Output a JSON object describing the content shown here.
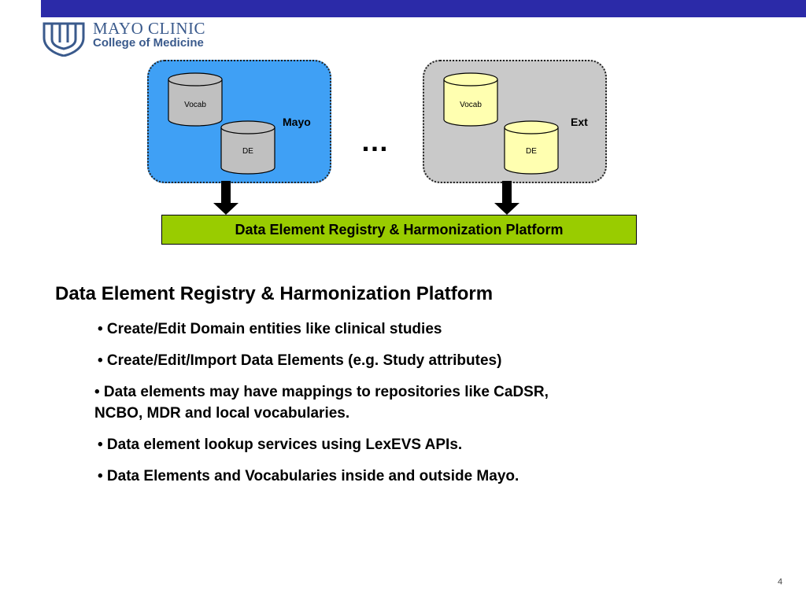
{
  "header": {
    "logo_line1": "MAYO CLINIC",
    "logo_line2": "College of Medicine",
    "bar_color": "#2b2aa8"
  },
  "diagram": {
    "groups": [
      {
        "label": "Mayo",
        "color": "#3fa0f5",
        "databases": [
          {
            "label": "Vocab",
            "color": "#c0c0c0"
          },
          {
            "label": "DE",
            "color": "#c0c0c0"
          }
        ]
      },
      {
        "label": "Ext",
        "color": "#c9c9c9",
        "databases": [
          {
            "label": "Vocab",
            "color": "#ffffb0"
          },
          {
            "label": "DE",
            "color": "#ffffb0"
          }
        ]
      }
    ],
    "ellipsis": "…",
    "platform_label": "Data Element Registry & Harmonization Platform",
    "platform_color": "#99cc00"
  },
  "content": {
    "heading": "Data Element Registry & Harmonization Platform",
    "bullets": [
      "• Create/Edit Domain entities like clinical studies",
      "• Create/Edit/Import Data Elements (e.g. Study attributes)",
      "• Data elements may have mappings to repositories like CaDSR, NCBO, MDR and local vocabularies.",
      "• Data element lookup services using LexEVS APIs.",
      "• Data Elements and Vocabularies inside and outside Mayo."
    ]
  },
  "page_number": "4"
}
